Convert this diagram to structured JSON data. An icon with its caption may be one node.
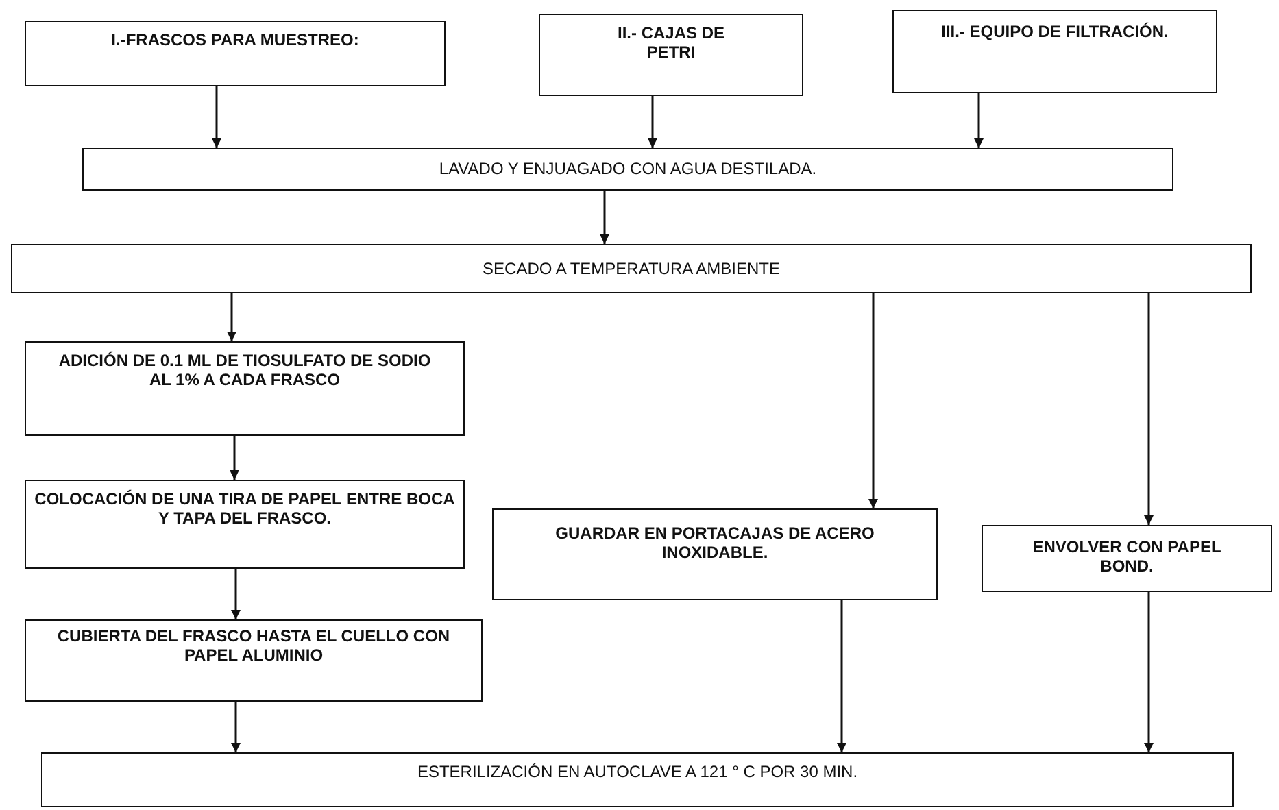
{
  "diagram": {
    "nodes": [
      {
        "text": [
          "I.-FRASCOS PARA MUESTREO:"
        ]
      },
      {
        "text": [
          "II.- CAJAS DE PETRI"
        ]
      },
      {
        "text": [
          "III.- EQUIPO DE FILTRACIÓN."
        ]
      },
      {
        "text": [
          "LAVADO Y ENJUAGADO CON AGUA DESTILADA."
        ]
      },
      {
        "text": [
          "SECADO A TEMPERATURA AMBIENTE"
        ]
      },
      {
        "text": [
          "ADICIÓN DE 0.1 ML DE TIOSULFATO DE SODIO AL 1% A CADA FRASCO"
        ]
      },
      {
        "text": [
          "COLOCACIÓN DE UNA TIRA DE PAPEL ENTRE BOCA Y TAPA DEL FRASCO."
        ]
      },
      {
        "text": [
          "GUARDAR EN PORTACAJAS DE ACERO INOXIDABLE."
        ]
      },
      {
        "text": [
          "ENVOLVER CON PAPEL BOND."
        ]
      },
      {
        "text": [
          "CUBIERTA DEL FRASCO HASTA EL CUELLO CON PAPEL ALUMINIO"
        ]
      },
      {
        "text": [
          "ESTERILIZACIÓN EN AUTOCLAVE A 121 ° C POR 30 MIN."
        ]
      }
    ],
    "edges": [
      {
        "from": 0,
        "to": 3,
        "arrow": "to"
      },
      {
        "from": 1,
        "to": 3,
        "arrow": "to"
      },
      {
        "from": 2,
        "to": 3,
        "arrow": "to"
      },
      {
        "from": 3,
        "to": 4,
        "arrow": "to"
      },
      {
        "from": 4,
        "to": 5,
        "arrow": "to"
      },
      {
        "from": 4,
        "to": 7,
        "arrow": "to"
      },
      {
        "from": 4,
        "to": 8,
        "arrow": "to"
      },
      {
        "from": 5,
        "to": 6,
        "arrow": "to"
      },
      {
        "from": 6,
        "to": 9,
        "arrow": "to"
      },
      {
        "from": 9,
        "to": 10,
        "arrow": "to"
      },
      {
        "from": 7,
        "to": 10,
        "arrow": "to"
      },
      {
        "from": 8,
        "to": 10,
        "arrow": "to"
      }
    ]
  }
}
